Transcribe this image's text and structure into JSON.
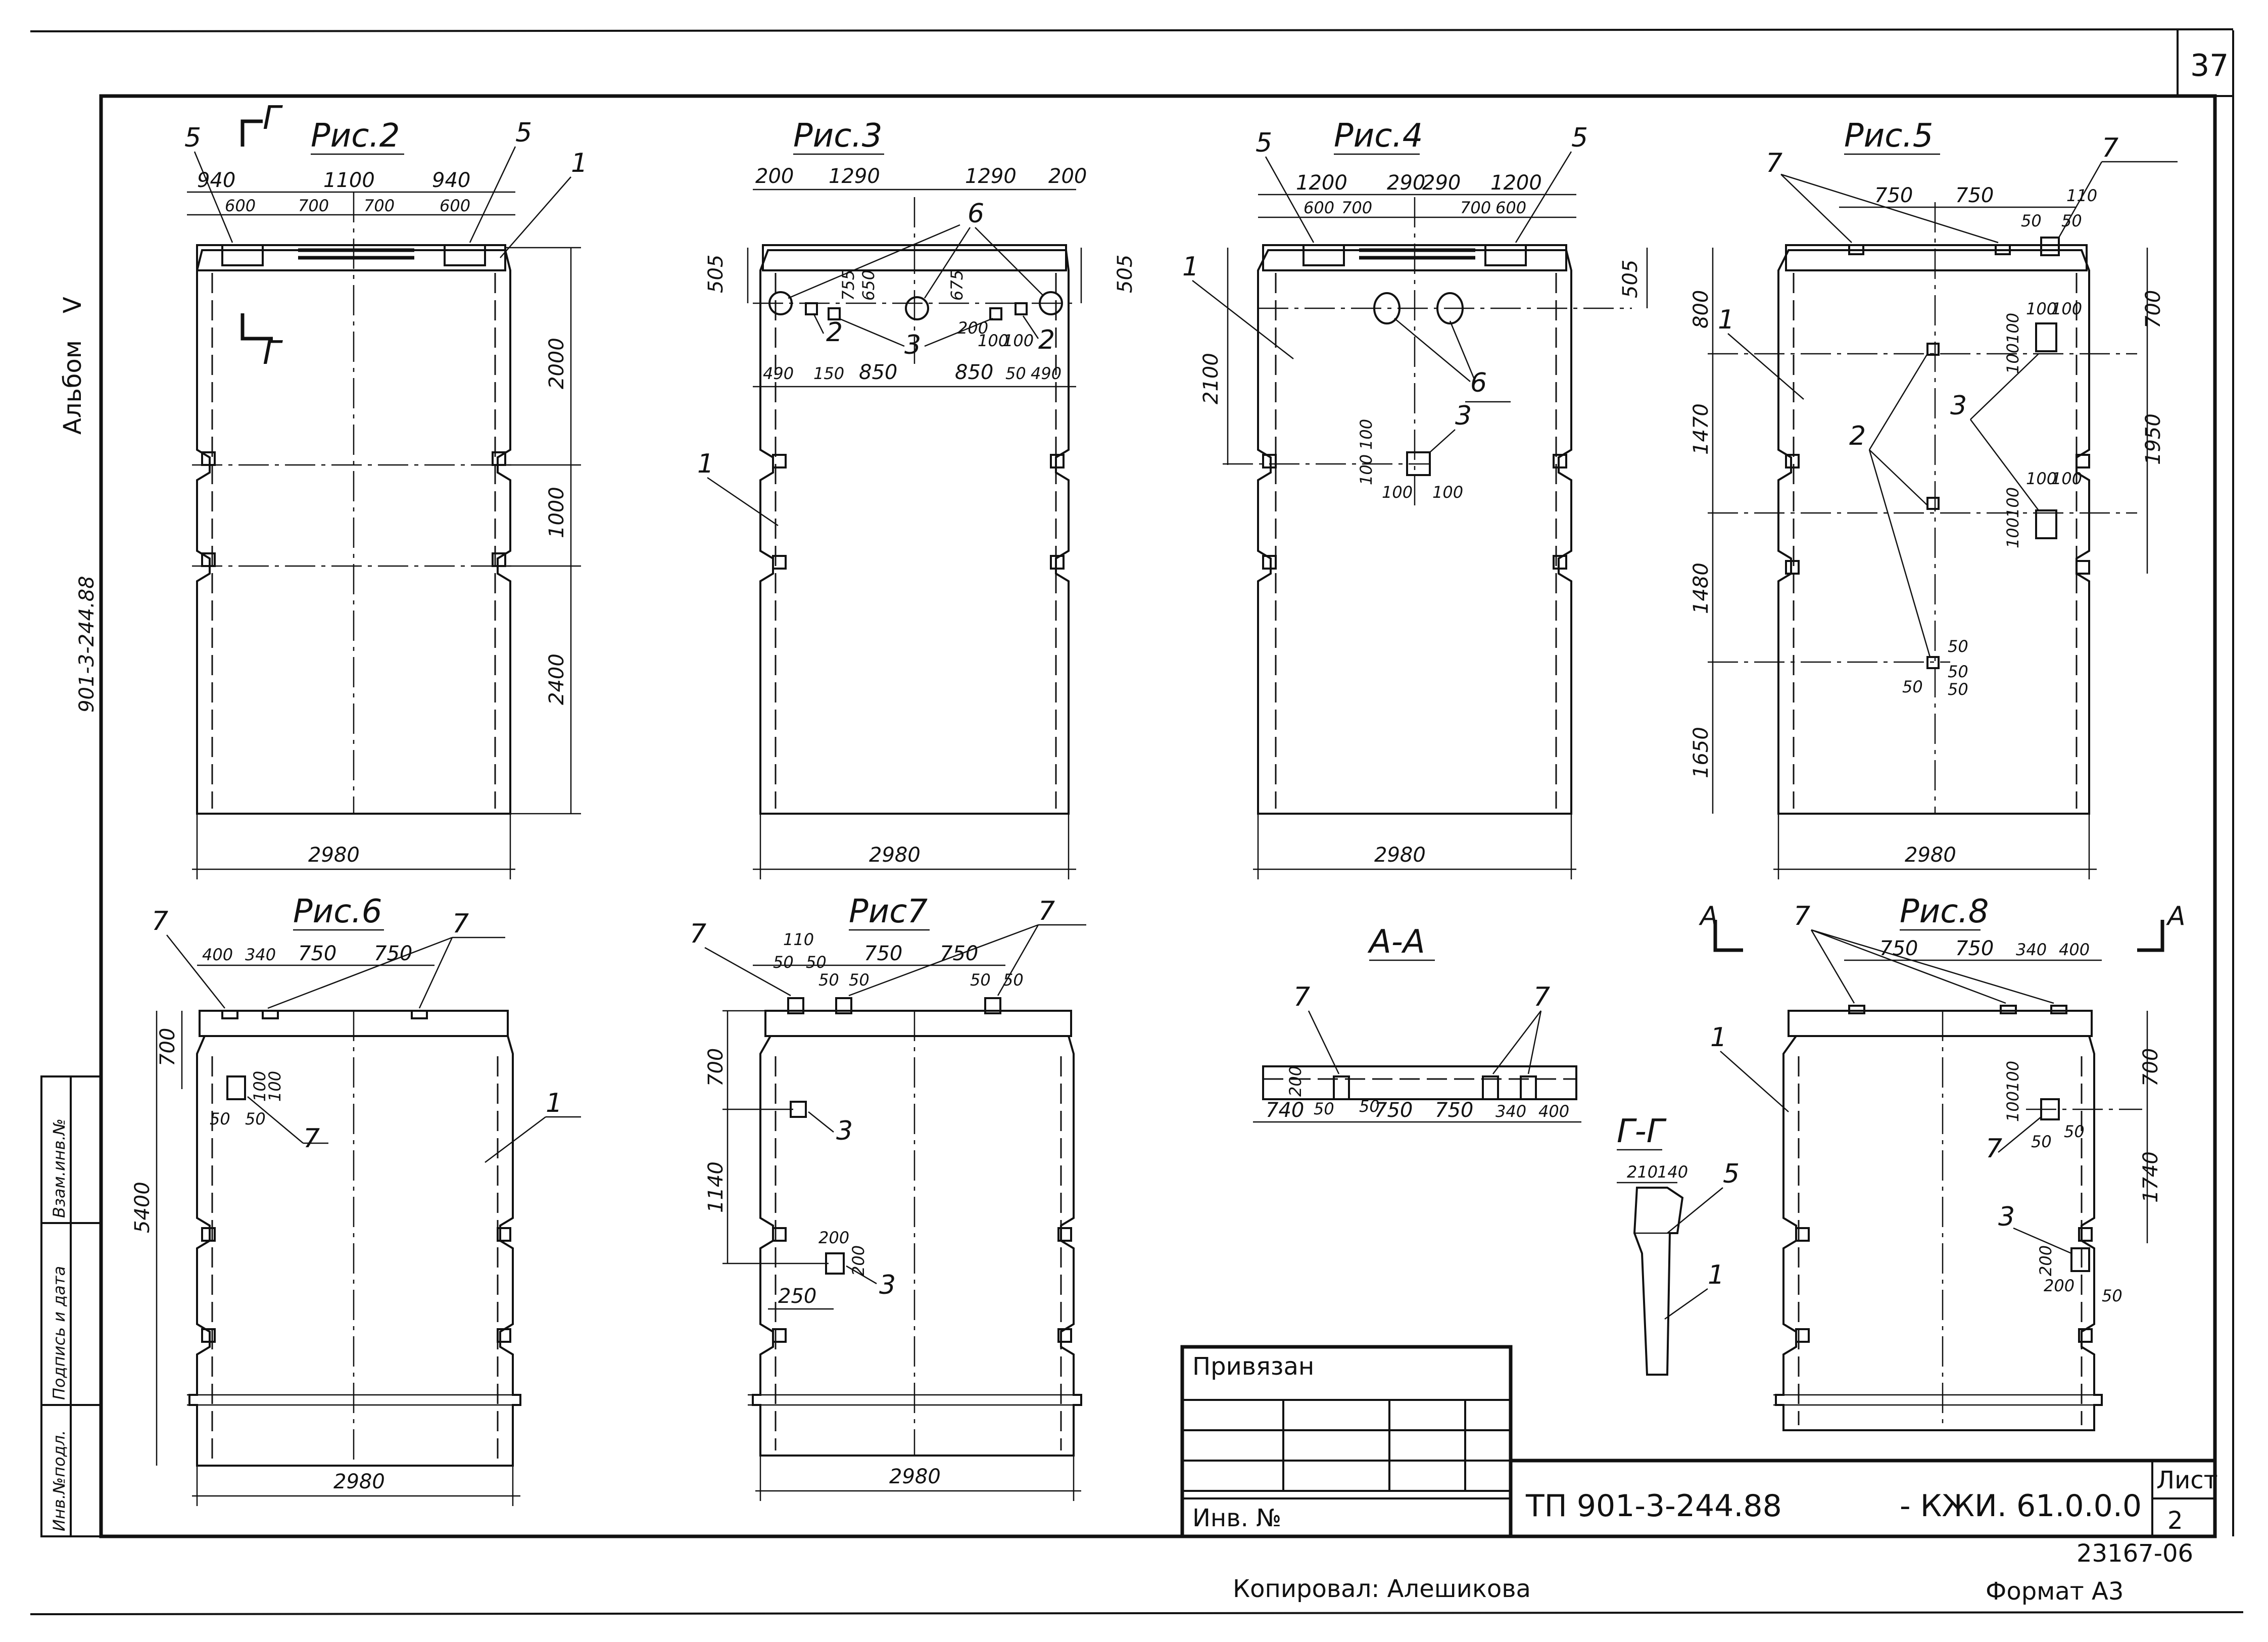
{
  "sheet": {
    "sheet_number": "37",
    "album": "Альбом",
    "album_numeral": "V",
    "project_code_vertical": "901-3-244.88",
    "copied_by": "Копировал: Алешикова",
    "format": "Формат А3",
    "stamp_number": "23167-06"
  },
  "figures": {
    "fig2": {
      "title": "Рис.2",
      "section_mark": "Г",
      "width": "2980",
      "top": [
        "940",
        "1100",
        "940"
      ],
      "sub": [
        "600",
        "700",
        "700",
        "600"
      ],
      "heights": [
        "2000",
        "1000",
        "2400"
      ],
      "leaders": [
        "5",
        "5",
        "1"
      ]
    },
    "fig3": {
      "title": "Рис.3",
      "width": "2980",
      "top": [
        "200",
        "1290",
        "1290",
        "200"
      ],
      "bottom": [
        "490",
        "150",
        "850",
        "850",
        "50",
        "490"
      ],
      "side": [
        "505",
        "505"
      ],
      "misc": [
        "755",
        "650",
        "675",
        "200",
        "100",
        "100"
      ],
      "leaders": [
        "6",
        "2",
        "3",
        "2",
        "1"
      ]
    },
    "fig4": {
      "title": "Рис.4",
      "width": "2980",
      "top": [
        "1200",
        "290",
        "290",
        "1200"
      ],
      "sub": [
        "600",
        "700",
        "700",
        "600"
      ],
      "side": [
        "2100",
        "505"
      ],
      "misc": [
        "100",
        "100",
        "100",
        "100"
      ],
      "leaders": [
        "5",
        "5",
        "1",
        "6",
        "3"
      ]
    },
    "fig5": {
      "title": "Рис.5",
      "width": "2980",
      "top": [
        "750",
        "750",
        "110"
      ],
      "sub": [
        "50",
        "50"
      ],
      "left": [
        "800",
        "1470",
        "1480",
        "1650"
      ],
      "right": [
        "700",
        "1950"
      ],
      "misc": [
        "100",
        "100",
        "100",
        "100",
        "100",
        "100",
        "100",
        "100",
        "50",
        "50",
        "50",
        "50"
      ],
      "leaders": [
        "7",
        "7",
        "1",
        "2",
        "3"
      ]
    },
    "fig6": {
      "title": "Рис.6",
      "width": "2980",
      "top": [
        "400",
        "340",
        "750",
        "750"
      ],
      "left": [
        "700",
        "5400"
      ],
      "misc": [
        "50",
        "50",
        "100",
        "100"
      ],
      "leaders": [
        "7",
        "7",
        "7",
        "1"
      ]
    },
    "fig7": {
      "title": "Рис7",
      "width": "2980",
      "top": [
        "110",
        "750",
        "750"
      ],
      "sub": [
        "50",
        "50",
        "50",
        "50",
        "50",
        "50"
      ],
      "left": [
        "700",
        "1140"
      ],
      "misc": [
        "200",
        "200",
        "250"
      ],
      "leaders": [
        "7",
        "7",
        "3",
        "3"
      ]
    },
    "figAA": {
      "title": "А-А",
      "bottom": [
        "740",
        "750",
        "750",
        "340",
        "400"
      ],
      "misc": [
        "200",
        "50",
        "50"
      ],
      "leaders": [
        "7",
        "7"
      ]
    },
    "figGG": {
      "title": "Г-Г",
      "top": [
        "210",
        "140"
      ],
      "leaders": [
        "5",
        "1"
      ]
    },
    "fig8": {
      "title": "Рис.8",
      "section_mark": "А",
      "width": "2980",
      "top": [
        "750",
        "750",
        "340",
        "400"
      ],
      "right": [
        "700",
        "1740"
      ],
      "misc": [
        "100",
        "100",
        "50",
        "50",
        "200",
        "200",
        "50"
      ],
      "leaders": [
        "7",
        "1",
        "7",
        "3"
      ]
    }
  },
  "title_block": {
    "privyazan": "Привязан",
    "inv_no": "Инв. №",
    "doc_code": "ТП 901-3-244.88",
    "doc_suffix": "- КЖИ. 61.0.0.0",
    "list_label": "Лист",
    "list_number": "2"
  },
  "side_stamp": {
    "inv_orig": "Инв.№подл.",
    "sign_date": "Подпись и дата",
    "vzam_inv": "Взам.инв.№"
  }
}
